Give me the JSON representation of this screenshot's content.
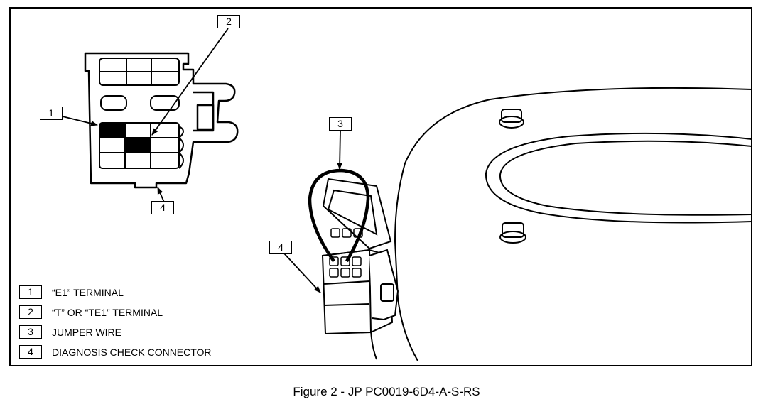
{
  "callouts": {
    "c1": "1",
    "c2": "2",
    "c3": "3",
    "c4_left": "4",
    "c4_right": "4"
  },
  "legend": [
    {
      "num": "1",
      "text": "“E1” TERMINAL"
    },
    {
      "num": "2",
      "text": "“T” OR “TE1” TERMINAL"
    },
    {
      "num": "3",
      "text": "JUMPER WIRE"
    },
    {
      "num": "4",
      "text": "DIAGNOSIS CHECK CONNECTOR"
    }
  ],
  "caption": "Figure 2 - JP PC0019-6D4-A-S-RS",
  "colors": {
    "ink": "#000000",
    "paper": "#ffffff"
  }
}
